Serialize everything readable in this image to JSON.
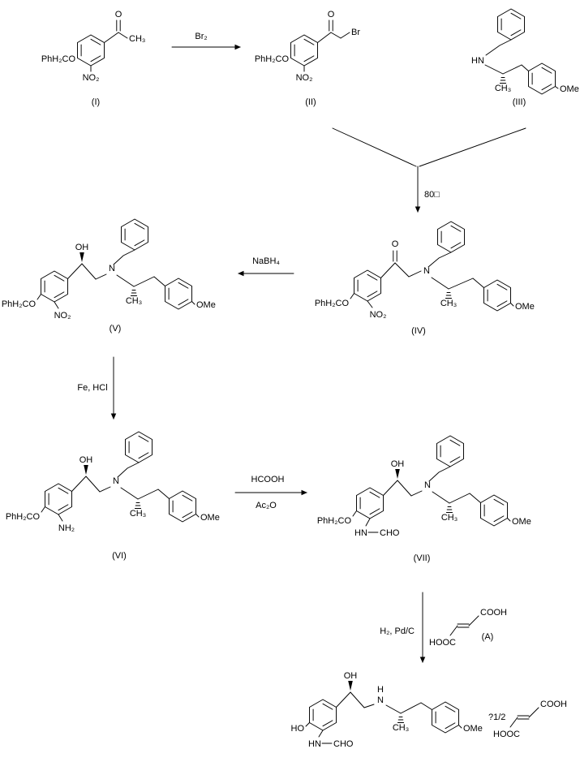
{
  "scheme": {
    "reagents": {
      "br2": "Br₂",
      "temp_80": "80□",
      "nabh4": "NaBH₄",
      "fe_hcl": "Fe, HCl",
      "hcooh": "HCOOH",
      "ac2o": "Ac₂O",
      "h2_pdc": "H₂, Pd/C"
    },
    "labels": {
      "c1": "(I)",
      "c2": "(II)",
      "c3": "(III)",
      "c4": "(IV)",
      "c5": "(V)",
      "c6": "(VI)",
      "c7": "(VII)",
      "a": "(A)",
      "half_fumarate": "?1/2"
    },
    "atoms": {
      "o": "O",
      "ch3": "CH₃",
      "phh2co": "PhH₂CO",
      "no2": "NO₂",
      "br": "Br",
      "hn": "HN",
      "n": "N",
      "h": "H",
      "ome": "OMe",
      "oh": "OH",
      "nh2": "NH₂",
      "ho": "HO",
      "cho": "CHO",
      "cooh": "COOH",
      "hooc": "HOOC"
    }
  }
}
